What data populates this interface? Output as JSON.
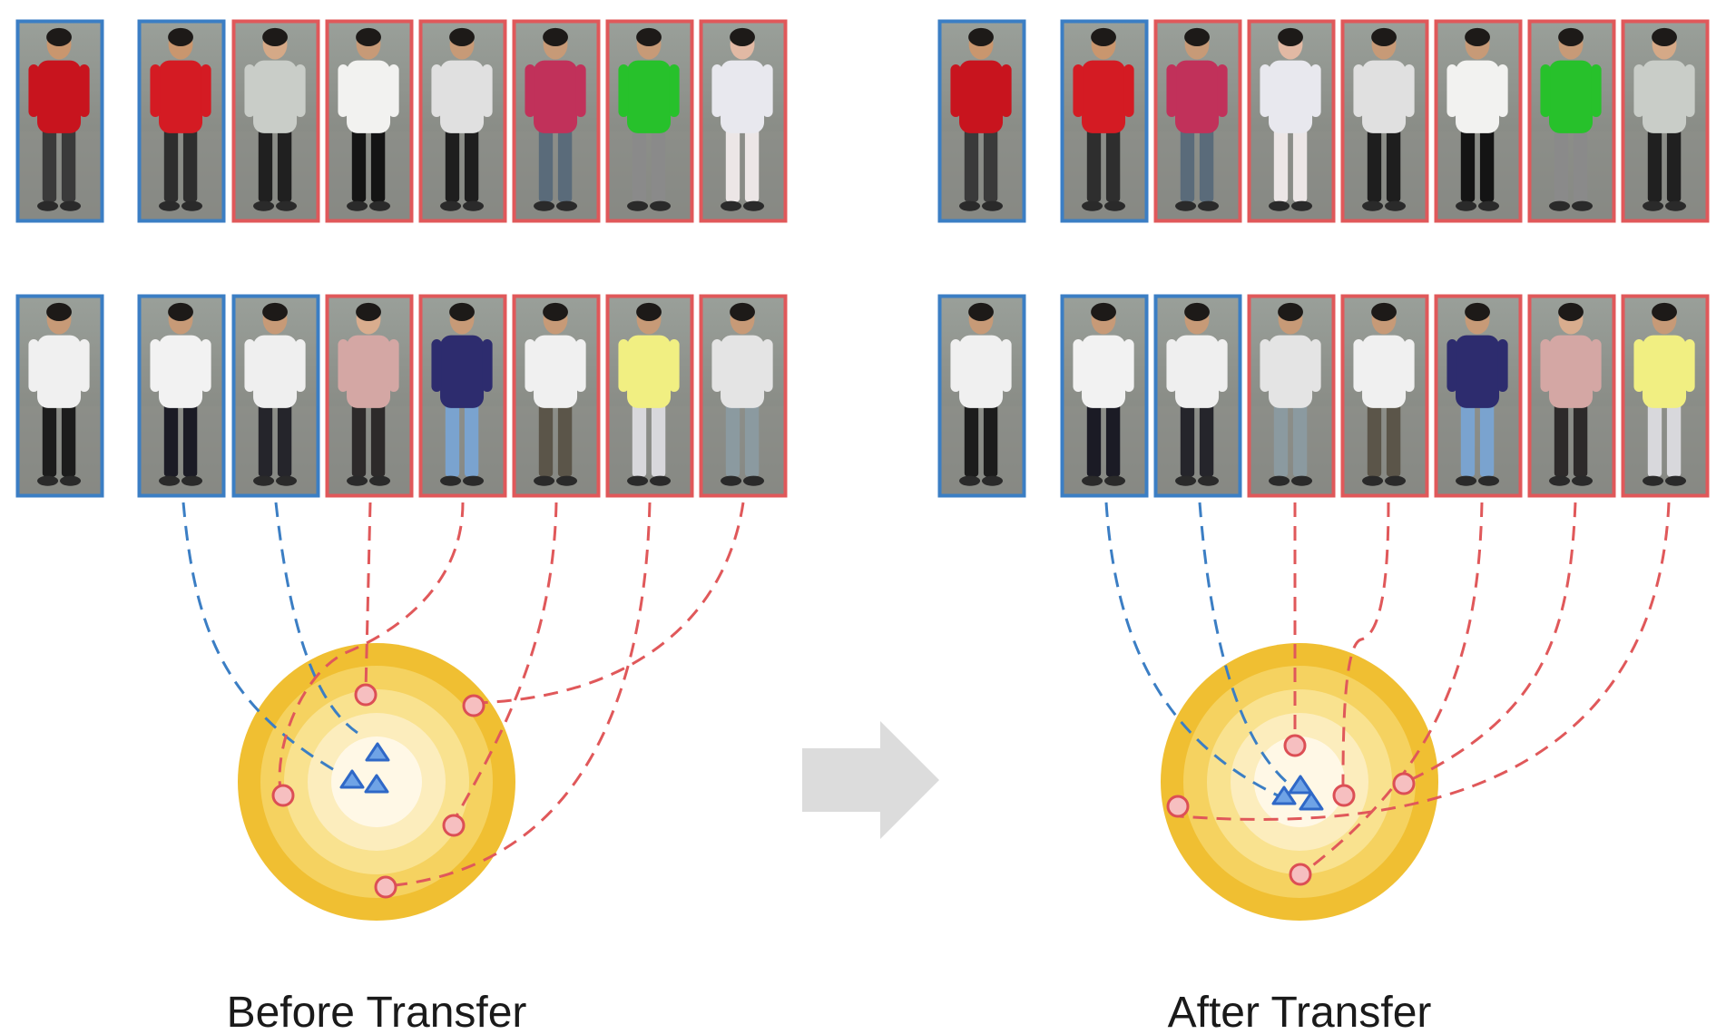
{
  "panels": {
    "before": {
      "caption": "Before Transfer",
      "row1": [
        "blue",
        "blue",
        "red",
        "red",
        "red",
        "red",
        "red",
        "red"
      ],
      "row2": [
        "blue",
        "blue",
        "blue",
        "red",
        "red",
        "red",
        "red",
        "red"
      ],
      "row1_people": [
        {
          "shirt": "#c8141e",
          "pants": "#3a3a3a",
          "skin": "#c9966e"
        },
        {
          "shirt": "#d41b23",
          "pants": "#2e2e2e",
          "skin": "#c9966e"
        },
        {
          "shirt": "#c9cdc8",
          "pants": "#202020",
          "skin": "#d5a987"
        },
        {
          "shirt": "#f2f2f0",
          "pants": "#141414",
          "skin": "#c79a77"
        },
        {
          "shirt": "#e0e0e0",
          "pants": "#1e1e1e",
          "skin": "#c79a77"
        },
        {
          "shirt": "#c1315a",
          "pants": "#5a6b7a",
          "skin": "#c79a77"
        },
        {
          "shirt": "#27c12b",
          "pants": "#8a8a8a",
          "skin": "#c79a77"
        },
        {
          "shirt": "#e8e8ee",
          "pants": "#ece6e6",
          "skin": "#e2b9a4"
        }
      ],
      "row2_people": [
        {
          "shirt": "#f0f0f0",
          "pants": "#1c1c1c",
          "skin": "#c79a77"
        },
        {
          "shirt": "#f2f2f2",
          "pants": "#1b1b25",
          "skin": "#c79a77"
        },
        {
          "shirt": "#efefef",
          "pants": "#25252b",
          "skin": "#c79a77"
        },
        {
          "shirt": "#d4a7a4",
          "pants": "#2d2a2a",
          "skin": "#d9ad8e"
        },
        {
          "shirt": "#2d2c6e",
          "pants": "#7aa3cf",
          "skin": "#c79a77"
        },
        {
          "shirt": "#f0f0f0",
          "pants": "#5b5549",
          "skin": "#c79a77"
        },
        {
          "shirt": "#f1ef82",
          "pants": "#d8d8dc",
          "skin": "#c79a77"
        },
        {
          "shirt": "#e4e4e4",
          "pants": "#8b9aa0",
          "skin": "#c79a77"
        }
      ]
    },
    "after": {
      "caption": "After Transfer",
      "row1": [
        "blue",
        "blue",
        "red",
        "red",
        "red",
        "red",
        "red",
        "red"
      ],
      "row2": [
        "blue",
        "blue",
        "blue",
        "red",
        "red",
        "red",
        "red",
        "red"
      ],
      "row1_people": [
        {
          "shirt": "#c8141e",
          "pants": "#3a3a3a",
          "skin": "#c9966e"
        },
        {
          "shirt": "#d41b23",
          "pants": "#2e2e2e",
          "skin": "#c9966e"
        },
        {
          "shirt": "#c1315a",
          "pants": "#5a6b7a",
          "skin": "#c79a77"
        },
        {
          "shirt": "#e8e8ee",
          "pants": "#ece6e6",
          "skin": "#e2b9a4"
        },
        {
          "shirt": "#e0e0e0",
          "pants": "#1e1e1e",
          "skin": "#c79a77"
        },
        {
          "shirt": "#f2f2f0",
          "pants": "#141414",
          "skin": "#c79a77"
        },
        {
          "shirt": "#27c12b",
          "pants": "#8a8a8a",
          "skin": "#c79a77"
        },
        {
          "shirt": "#c9cdc8",
          "pants": "#202020",
          "skin": "#d5a987"
        }
      ],
      "row2_people": [
        {
          "shirt": "#f0f0f0",
          "pants": "#1c1c1c",
          "skin": "#c79a77"
        },
        {
          "shirt": "#f2f2f2",
          "pants": "#1b1b25",
          "skin": "#c79a77"
        },
        {
          "shirt": "#efefef",
          "pants": "#25252b",
          "skin": "#c79a77"
        },
        {
          "shirt": "#e4e4e4",
          "pants": "#8b9aa0",
          "skin": "#c79a77"
        },
        {
          "shirt": "#f0f0f0",
          "pants": "#5b5549",
          "skin": "#c79a77"
        },
        {
          "shirt": "#2d2c6e",
          "pants": "#7aa3cf",
          "skin": "#c79a77"
        },
        {
          "shirt": "#d4a7a4",
          "pants": "#2d2a2a",
          "skin": "#d9ad8e"
        },
        {
          "shirt": "#f1ef82",
          "pants": "#d8d8dc",
          "skin": "#c79a77"
        }
      ]
    }
  },
  "colors": {
    "blue": "#3b7ec4",
    "red": "#e0585a",
    "triangle_fill": "#6fa3e6",
    "triangle_stroke": "#2f68c7",
    "circle_fill": "#f6bfc0",
    "circle_stroke": "#dc4f55",
    "sphere_rings": [
      "#f0bf32",
      "#f5d260",
      "#f9e28f",
      "#fcedbd",
      "#fff8e6"
    ],
    "arrow": "#dcdcdc",
    "background": "#ffffff"
  }
}
